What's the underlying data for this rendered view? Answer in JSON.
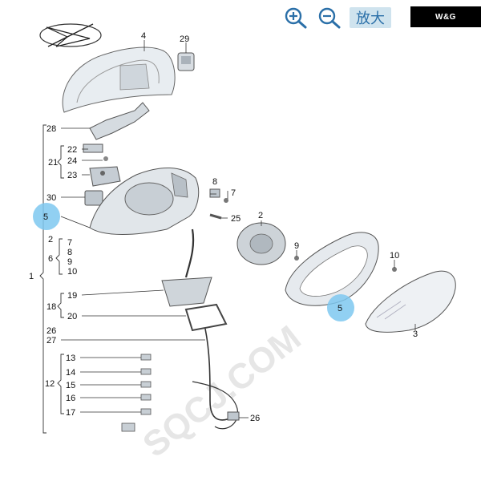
{
  "toolbar": {
    "zoom_in_icon": "zoom-in-icon",
    "zoom_out_icon": "zoom-out-icon",
    "zoom_label": "放大",
    "accent": "#2a6fa8"
  },
  "brand": {
    "text": "W&G"
  },
  "watermark": {
    "text": "SQCJ.COM"
  },
  "callouts": {
    "c1": "1",
    "c2a": "2",
    "c2b": "2",
    "c3": "3",
    "c4": "4",
    "c5a": "5",
    "c5b": "5",
    "c6": "6",
    "c7a": "7",
    "c7b": "7",
    "c8a": "8",
    "c8b": "8",
    "c9a": "9",
    "c9b": "9",
    "c10a": "10",
    "c10b": "10",
    "c12": "12",
    "c13": "13",
    "c14": "14",
    "c15": "15",
    "c16": "16",
    "c17": "17",
    "c18": "18",
    "c19": "19",
    "c20": "20",
    "c21": "21",
    "c22": "22",
    "c23": "23",
    "c24": "24",
    "c25": "25",
    "c26a": "26",
    "c26b": "26",
    "c27": "27",
    "c28": "28",
    "c29": "29",
    "c30": "30"
  },
  "highlight_color": "#7ec8f0"
}
